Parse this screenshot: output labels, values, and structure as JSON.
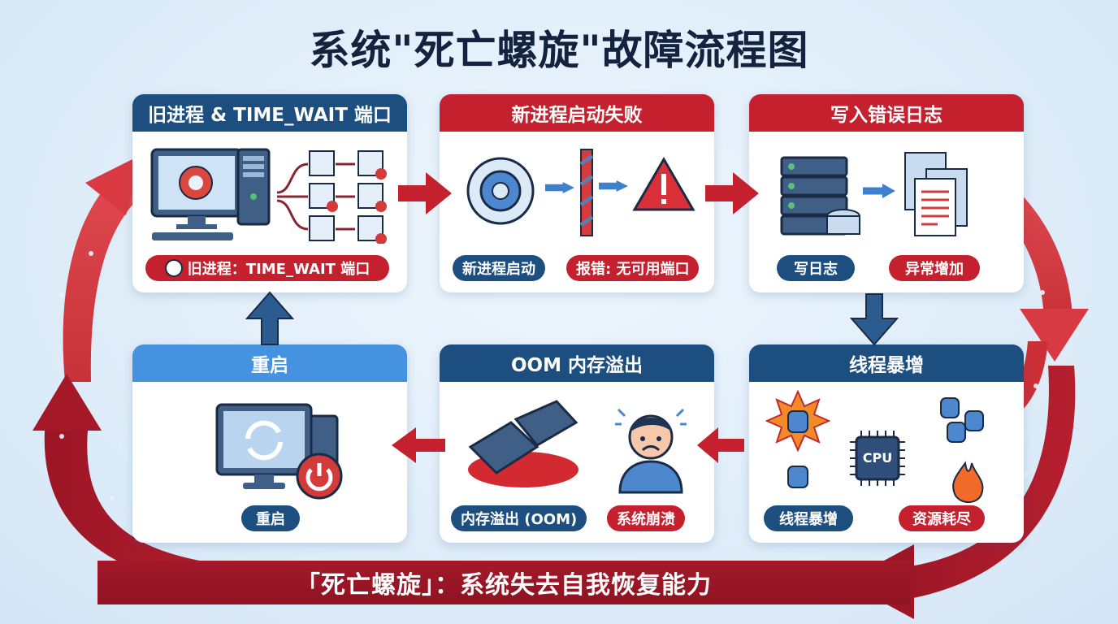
{
  "title": "系统\"死亡螺旋\"故障流程图",
  "colors": {
    "navy": "#1d4e80",
    "red": "#c4202e",
    "light_blue": "#4592e0",
    "dark_red": "#8e1322",
    "background": "#dcebf8"
  },
  "cards": [
    {
      "id": "old-process",
      "header": "旧进程 & TIME_WAIT 端口",
      "header_color": "navy",
      "icons": [
        "computer-gear-icon",
        "tower-pc-icon",
        "port-window-icon",
        "clock-icon"
      ],
      "pills": [
        {
          "label": "旧进程：TIME_WAIT 端口",
          "color": "red",
          "icon": "clock-icon"
        }
      ]
    },
    {
      "id": "new-process-fail",
      "header": "新进程启动失败",
      "header_color": "red",
      "icons": [
        "gear-refresh-icon",
        "barrier-icon",
        "warning-icon"
      ],
      "pills": [
        {
          "label": "新进程启动",
          "color": "navy"
        },
        {
          "label": "报错: 无可用端口",
          "color": "red"
        }
      ]
    },
    {
      "id": "write-error-log",
      "header": "写入错误日志",
      "header_color": "red",
      "icons": [
        "server-database-icon",
        "log-documents-icon"
      ],
      "pills": [
        {
          "label": "写日志",
          "color": "navy"
        },
        {
          "label": "异常增加",
          "color": "red"
        }
      ]
    },
    {
      "id": "thread-surge",
      "header": "线程暴增",
      "header_color": "navy",
      "icons": [
        "database-burst-icon",
        "cpu-icon",
        "fire-icon"
      ],
      "cpu_label": "CPU",
      "pills": [
        {
          "label": "线程暴增",
          "color": "navy"
        },
        {
          "label": "资源耗尽",
          "color": "red"
        }
      ]
    },
    {
      "id": "oom",
      "header": "OOM 内存溢出",
      "header_color": "navy",
      "icons": [
        "broken-memory-icon",
        "worried-person-icon"
      ],
      "pills": [
        {
          "label": "内存溢出 (OOM)",
          "color": "navy"
        },
        {
          "label": "系统崩溃",
          "color": "red"
        }
      ]
    },
    {
      "id": "restart",
      "header": "重启",
      "header_color": "light_blue",
      "icons": [
        "restart-computer-icon",
        "power-icon"
      ],
      "pills": [
        {
          "label": "重启",
          "color": "navy"
        }
      ]
    }
  ],
  "flow": [
    "旧进程 & TIME_WAIT 端口",
    "新进程启动失败",
    "写入错误日志",
    "线程暴增",
    "OOM 内存溢出",
    "重启",
    "旧进程 & TIME_WAIT 端口"
  ],
  "banner": "「死亡螺旋」：系统失去自我恢复能力"
}
